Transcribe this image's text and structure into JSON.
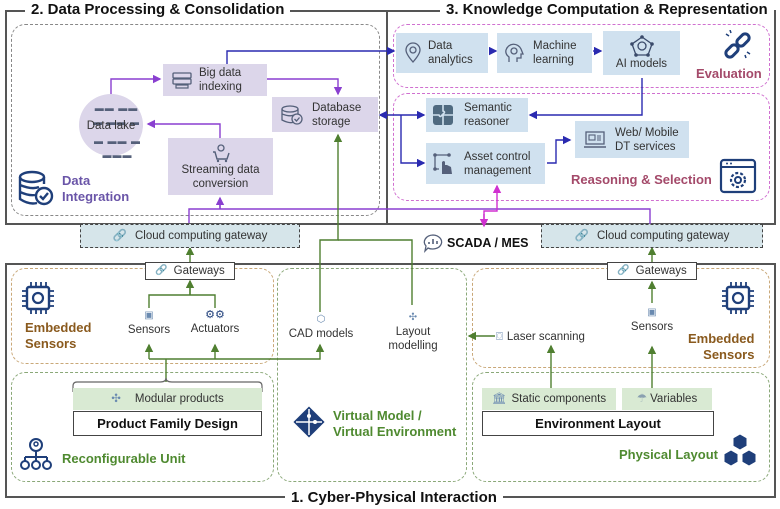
{
  "sections": {
    "data_processing": {
      "title": "2. Data Processing & Consolidation"
    },
    "knowledge": {
      "title": "3. Knowledge Computation & Representation"
    },
    "cyber_physical": {
      "title": "1. Cyber-Physical Interaction"
    }
  },
  "data_integration": {
    "label_line1": "Data",
    "label_line2": "Integration",
    "nodes": {
      "big_data_indexing": [
        "Big data",
        "indexing"
      ],
      "data_lake": "Data lake",
      "database_storage": [
        "Database",
        "storage"
      ],
      "streaming_data_conversion": [
        "Streaming data",
        "conversion"
      ]
    }
  },
  "evaluation": {
    "label": "Evaluation",
    "nodes": {
      "data_analytics": [
        "Data",
        "analytics"
      ],
      "machine_learning": [
        "Machine",
        "learning"
      ],
      "ai_models": "AI models"
    }
  },
  "reasoning": {
    "label": "Reasoning & Selection",
    "nodes": {
      "semantic_reasoner": [
        "Semantic",
        "reasoner"
      ],
      "asset_control": [
        "Asset control",
        "management"
      ],
      "web_mobile": [
        "Web/ Mobile",
        "DT services"
      ]
    }
  },
  "connectivity": {
    "cloud_gateway_left": "Cloud computing gateway",
    "cloud_gateway_right": "Cloud computing gateway",
    "scada": "SCADA / MES",
    "gateways_left": "Gateways",
    "gateways_right": "Gateways"
  },
  "embedded_left": {
    "label_line1": "Embedded",
    "label_line2": "Sensors",
    "sensors": "Sensors",
    "actuators": "Actuators"
  },
  "reconfigurable": {
    "label": "Reconfigurable Unit",
    "modular_products": "Modular products",
    "product_family_design": "Product Family Design"
  },
  "virtual": {
    "cad_models": "CAD models",
    "layout_modelling": [
      "Layout",
      "modelling"
    ],
    "label_line1": "Virtual Model /",
    "label_line2": "Virtual Environment"
  },
  "embedded_right": {
    "label_line1": "Embedded",
    "label_line2": "Sensors",
    "sensors": "Sensors",
    "laser_scanning": "Laser scanning"
  },
  "physical_layout": {
    "label": "Physical Layout",
    "static_components": "Static components",
    "variables": "Variables",
    "environment_layout": "Environment Layout"
  },
  "colors": {
    "purple_node": "#dcd6ea",
    "blue_node": "#d0e1ef",
    "green_node": "#d9ead3",
    "purple_label": "#6a55a8",
    "evaluation_label": "#a44a6a",
    "orange_label": "#8a5a1e",
    "green_label": "#4f8a30",
    "icon_navy": "#1f3f7a",
    "arrow_purple": "#8a3fd0",
    "arrow_blue": "#2a2ab0",
    "arrow_green": "#4f7f30",
    "arrow_magenta": "#d030d0"
  }
}
